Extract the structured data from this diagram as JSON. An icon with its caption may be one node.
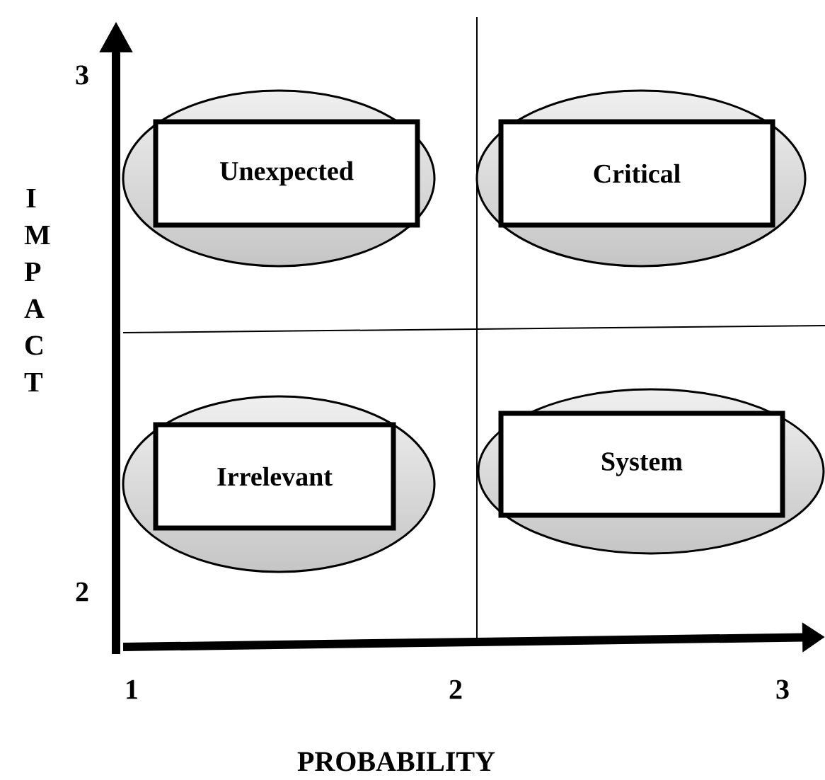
{
  "diagram": {
    "nodes": [
      {
        "text": [],
        "shape": "ellipse"
      },
      {
        "text": [
          "Unexpected"
        ],
        "in": 0
      },
      {
        "text": [],
        "shape": "ellipse"
      },
      {
        "text": [
          "Critical"
        ],
        "in": 2
      },
      {
        "text": [],
        "shape": "ellipse"
      },
      {
        "text": [
          "Irrelevant"
        ],
        "in": 4
      },
      {
        "text": [],
        "shape": "ellipse"
      },
      {
        "text": [
          "System"
        ],
        "in": 6
      }
    ],
    "labels": [
      "3",
      "I M P A C T",
      "2",
      "1",
      "2",
      "3",
      "PROBABILITY"
    ]
  }
}
